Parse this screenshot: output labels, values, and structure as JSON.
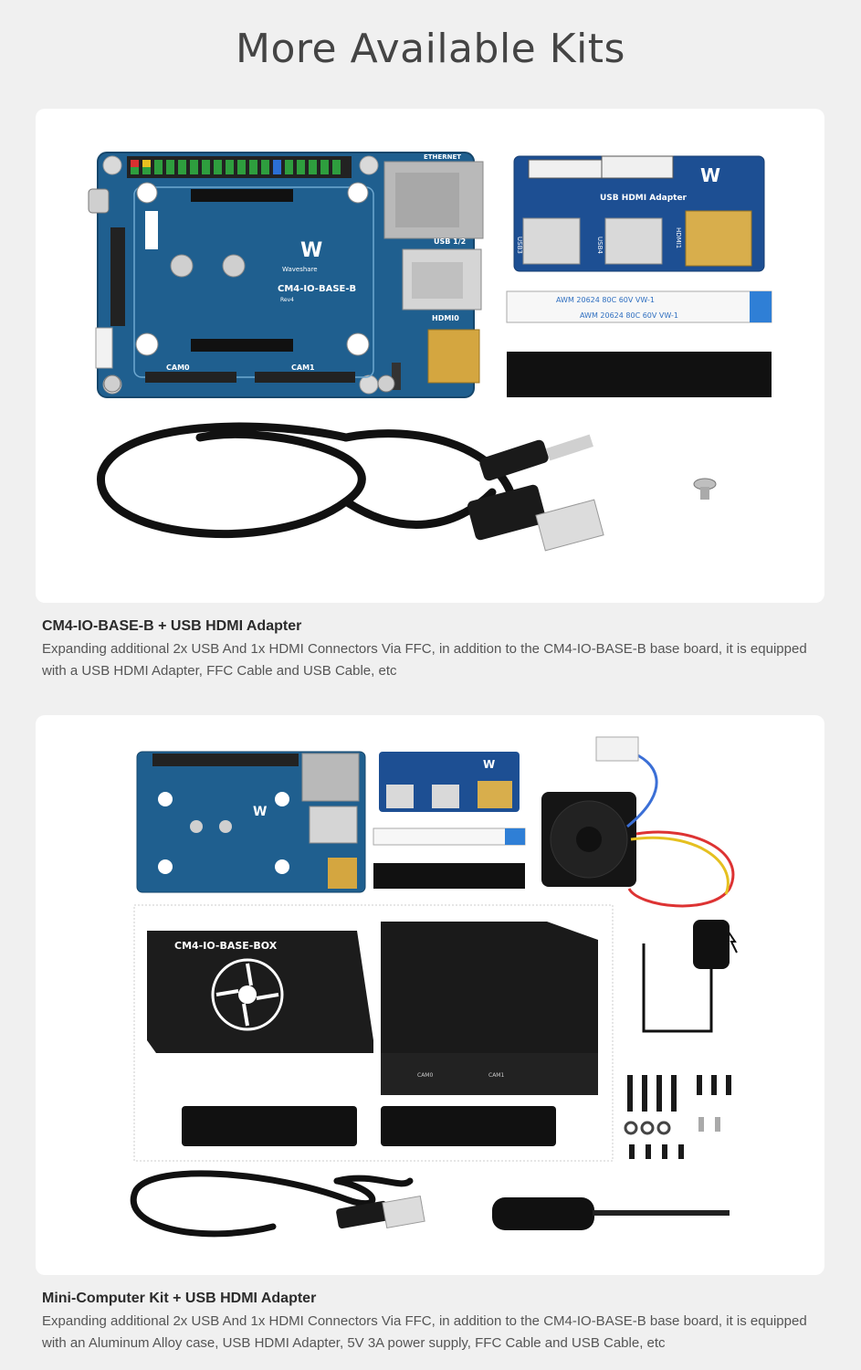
{
  "page": {
    "title": "More Available Kits"
  },
  "kits": [
    {
      "title": "CM4-IO-BASE-B + USB HDMI Adapter",
      "description": "Expanding additional 2x USB And 1x HDMI Connectors Via FFC, in addition to the CM4-IO-BASE-B base board, it is equipped with a USB HDMI Adapter, FFC Cable and USB Cable, etc",
      "image_labels": {
        "board_name": "CM4-IO-BASE-B",
        "board_rev": "Rev4",
        "brand": "Waveshare",
        "ethernet": "ETHERNET",
        "usb12": "USB 1/2",
        "hdmi0": "HDMI0",
        "cam0": "CAM0",
        "cam1": "CAM1",
        "adapter_name": "USB HDMI Adapter",
        "usb3": "USB3",
        "usb4": "USB4",
        "hdmi1": "HDMI1",
        "ffc_text": "AWM 20624 80C 60V VW-1"
      }
    },
    {
      "title": "Mini-Computer Kit + USB HDMI Adapter",
      "description": "Expanding additional 2x USB And 1x HDMI Connectors Via FFC, in addition to the CM4-IO-BASE-B base board, it is equipped with an Aluminum Alloy case, USB HDMI Adapter, 5V 3A power supply, FFC Cable and USB Cable, etc",
      "image_labels": {
        "case_name": "CM4-IO-BASE-BOX",
        "cam0": "CAM0",
        "cam1": "CAM1"
      }
    }
  ],
  "colors": {
    "page_bg": "#f0f0f0",
    "card_bg": "#ffffff",
    "pcb_blue": "#1f5f8f",
    "adapter_blue": "#1d4f93"
  }
}
